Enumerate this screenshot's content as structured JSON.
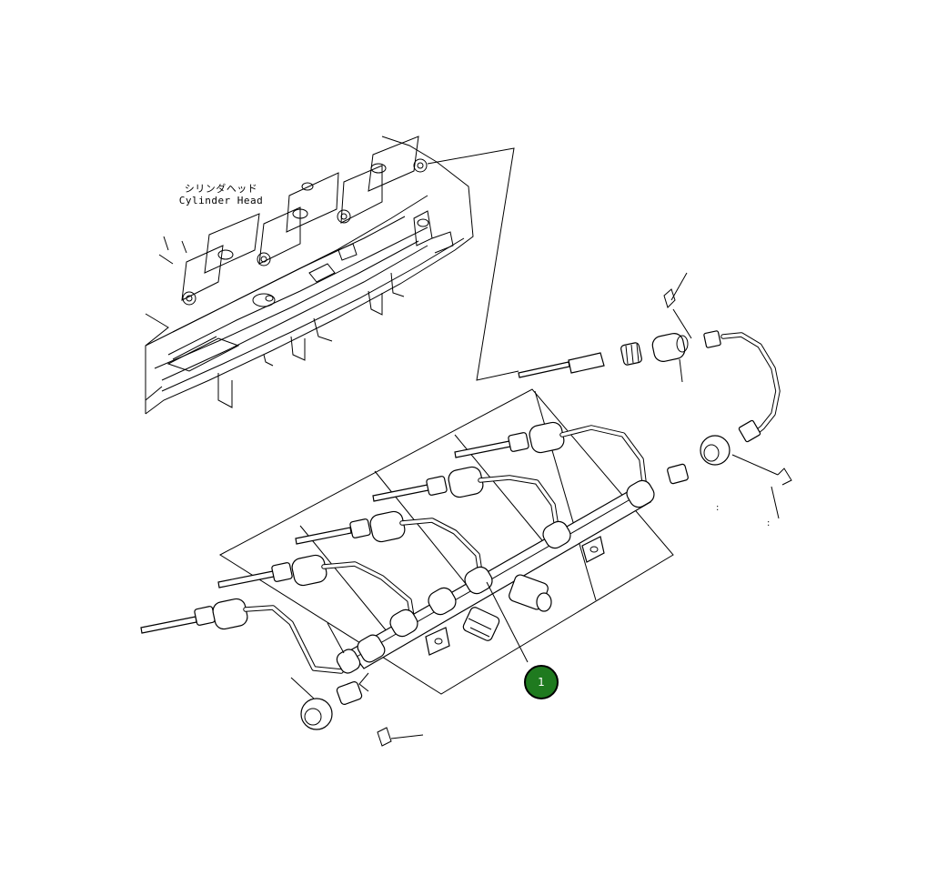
{
  "diagram": {
    "head_label_jp": "シリンダヘッド",
    "head_label_en": "Cylinder Head",
    "callout_number": "1",
    "callout_color": "#1f7a1f",
    "tick_marks": [
      ":",
      ":"
    ]
  }
}
